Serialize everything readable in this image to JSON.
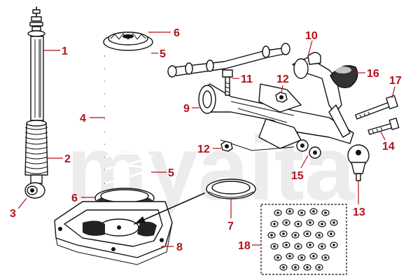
{
  "watermark": "myaita",
  "colors": {
    "callout_text": "#b3121a",
    "leader_line": "#b3121a",
    "ink": "#111111",
    "watermark": "#ececec",
    "background": "#ffffff"
  },
  "callouts": {
    "c1": "1",
    "c2": "2",
    "c3": "3",
    "c4": "4",
    "c5a": "5",
    "c5b": "5",
    "c6a": "6",
    "c6b": "6",
    "c7": "7",
    "c8": "8",
    "c9": "9",
    "c10": "10",
    "c11": "11",
    "c12a": "12",
    "c12b": "12",
    "c13": "13",
    "c14": "14",
    "c15": "15",
    "c16": "16",
    "c17": "17",
    "c18": "18"
  }
}
